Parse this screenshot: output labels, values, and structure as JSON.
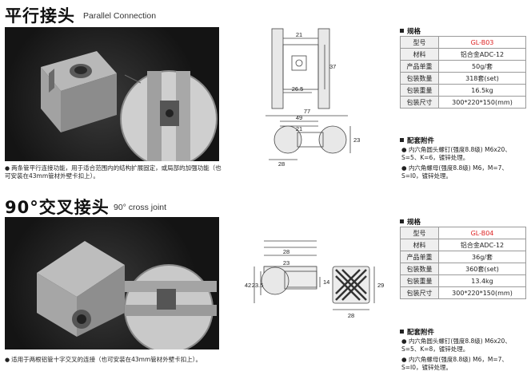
{
  "section1": {
    "title": "平行接头",
    "subtitle": "Parallel Connection",
    "note": "两条管平行连接功能，用于适合范围内的结构扩展固定，或局部的加强功能（也可安装在43mm管材外壁卡扣上）。",
    "dims": {
      "d1": "21",
      "d2": "37",
      "d3": "26.5",
      "d4": "77",
      "d5": "49",
      "d6": "21",
      "d7": "23",
      "d8": "28"
    },
    "spec_heading": "规格",
    "spec": [
      {
        "k": "型号",
        "v": "GL-B03"
      },
      {
        "k": "材料",
        "v": "铝合金ADC-12"
      },
      {
        "k": "产品单重",
        "v": "50g/套"
      },
      {
        "k": "包装数量",
        "v": "318套(set)"
      },
      {
        "k": "包装重量",
        "v": "16.5kg"
      },
      {
        "k": "包装尺寸",
        "v": "300*220*150(mm)"
      }
    ],
    "acc_heading": "配套附件",
    "accessories": [
      "内六角圆头螺钉(强度8.8级) M6x20、S=5、K=6，镀锌处理。",
      "内六角螺母(强度8.8级) M6，M=7、S=I0，镀锌处理。"
    ]
  },
  "section2": {
    "title": "90°交叉接头",
    "subtitle": "90° cross joint",
    "note": "适用于两根铝管十字交叉的连接（也可安装在43mm管材外壁卡扣上）。",
    "dims": {
      "d1": "28",
      "d2": "23",
      "d3": "42",
      "d4": "23.5",
      "d5": "14",
      "d6": "29",
      "d7": "28"
    },
    "spec_heading": "规格",
    "spec": [
      {
        "k": "型号",
        "v": "GL-B04"
      },
      {
        "k": "材料",
        "v": "铝合金ADC-12"
      },
      {
        "k": "产品单重",
        "v": "36g/套"
      },
      {
        "k": "包装数量",
        "v": "360套(set)"
      },
      {
        "k": "包装重量",
        "v": "13.4kg"
      },
      {
        "k": "包装尺寸",
        "v": "300*220*150(mm)"
      }
    ],
    "acc_heading": "配套附件",
    "accessories": [
      "内六角圆头螺钉(强度8.8级) M6x20、S=5、K=8，镀锌处理。",
      "内六角螺母(强度8.8级) M6，M=7、S=I0，镀锌处理。"
    ]
  },
  "colors": {
    "model_red": "#d22222",
    "table_border": "#9a9a9a",
    "photo_bg": "#1a1a1a"
  }
}
